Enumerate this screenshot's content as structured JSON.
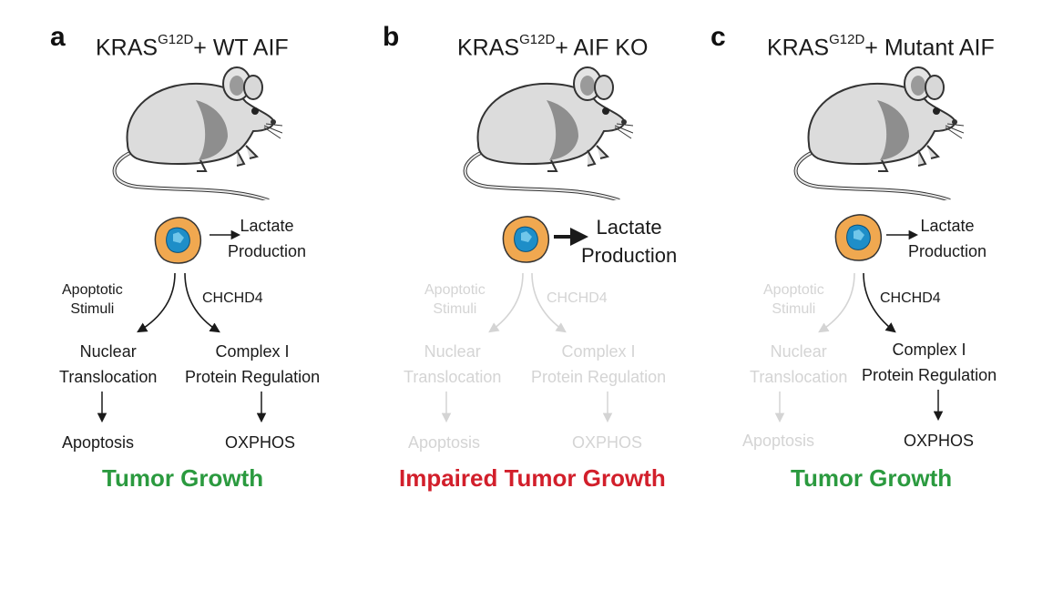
{
  "colors": {
    "text": "#1a1a1a",
    "faded": "#d4d4d4",
    "green": "#2b9a3f",
    "red": "#d21f2b",
    "cell_outer": "#f0a850",
    "cell_nucleus": "#1e8ec8",
    "mouse_body": "#dcdcdc"
  },
  "panels": [
    {
      "letter": "a",
      "title_prefix": "KRAS",
      "title_sup": "G12D",
      "title_suffix": "+ WT AIF",
      "lactate_line1": "Lactate",
      "lactate_line2": "Production",
      "apoptotic_line1": "Apoptotic",
      "apoptotic_line2": "Stimuli",
      "chchd4": "CHCHD4",
      "nuclear_line1": "Nuclear",
      "nuclear_line2": "Translocation",
      "complex_line1": "Complex I",
      "complex_line2": "Protein Regulation",
      "apoptosis": "Apoptosis",
      "oxphos": "OXPHOS",
      "outcome": "Tumor Growth"
    },
    {
      "letter": "b",
      "title_prefix": "KRAS",
      "title_sup": "G12D",
      "title_suffix": "+ AIF KO",
      "lactate_line1": "Lactate",
      "lactate_line2": "Production",
      "apoptotic_line1": "Apoptotic",
      "apoptotic_line2": "Stimuli",
      "chchd4": "CHCHD4",
      "nuclear_line1": "Nuclear",
      "nuclear_line2": "Translocation",
      "complex_line1": "Complex I",
      "complex_line2": "Protein Regulation",
      "apoptosis": "Apoptosis",
      "oxphos": "OXPHOS",
      "outcome": "Impaired Tumor Growth"
    },
    {
      "letter": "c",
      "title_prefix": "KRAS",
      "title_sup": "G12D",
      "title_suffix": "+ Mutant AIF",
      "lactate_line1": "Lactate",
      "lactate_line2": "Production",
      "apoptotic_line1": "Apoptotic",
      "apoptotic_line2": "Stimuli",
      "chchd4": "CHCHD4",
      "nuclear_line1": "Nuclear",
      "nuclear_line2": "Translocation",
      "complex_line1": "Complex I",
      "complex_line2": "Protein Regulation",
      "apoptosis": "Apoptosis",
      "oxphos": "OXPHOS",
      "outcome": "Tumor Growth"
    }
  ]
}
